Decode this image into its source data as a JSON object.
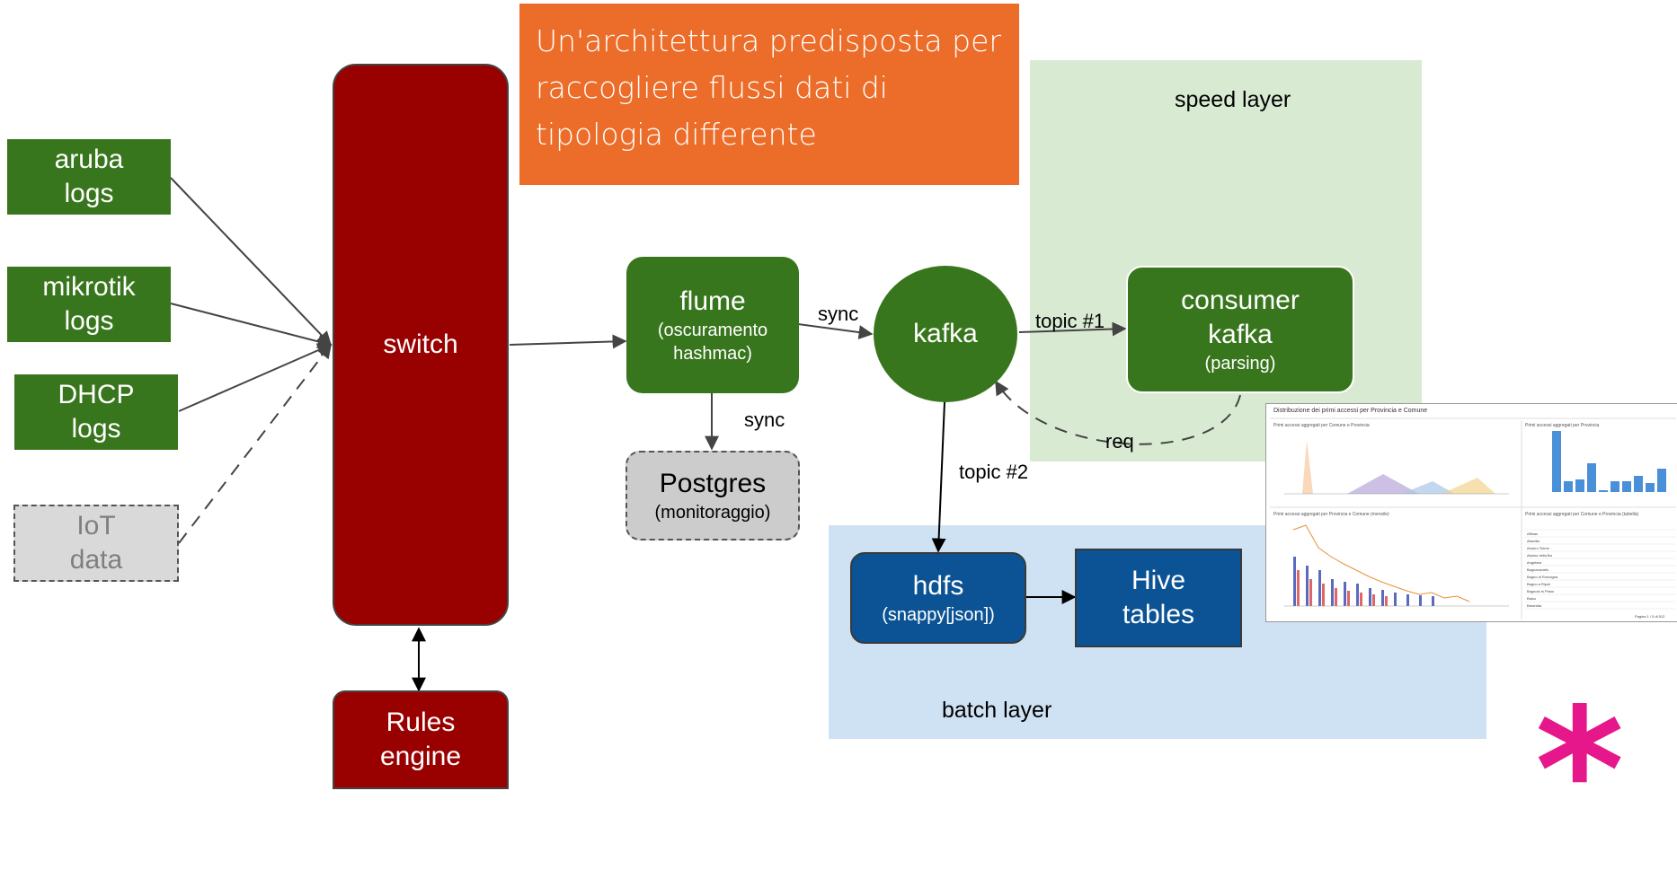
{
  "title": "Un'architettura predisposta per raccogliere flussi dati di tipologia differente",
  "layers": {
    "speed": "speed layer",
    "batch": "batch layer"
  },
  "sources": [
    {
      "line1": "aruba",
      "line2": "logs"
    },
    {
      "line1": "mikrotik",
      "line2": "logs"
    },
    {
      "line1": "DHCP",
      "line2": "logs"
    },
    {
      "line1": "IoT",
      "line2": "data"
    }
  ],
  "switch": "switch",
  "rules_engine": {
    "line1": "Rules",
    "line2": "engine"
  },
  "flume": {
    "title": "flume",
    "sub1": "(oscuramento",
    "sub2": "hashmac)"
  },
  "postgres": {
    "title": "Postgres",
    "sub": "(monitoraggio)"
  },
  "kafka": "kafka",
  "consumer": {
    "line1": "consumer",
    "line2": "kafka",
    "sub": "(parsing)"
  },
  "hdfs": {
    "title": "hdfs",
    "sub": "(snappy[json])"
  },
  "hive": {
    "line1": "Hive",
    "line2": "tables"
  },
  "edges": {
    "flume_kafka": "sync",
    "flume_postgres": "sync",
    "topic1": "topic #1",
    "topic2": "topic #2",
    "req": "req"
  },
  "dashboard": {
    "heading": "Distribuzione dei primi accessi per Provincia e Comune",
    "panel_area": "Primi accessi aggregati per Comune e Provincia",
    "panel_bars": "Primi accessi aggregati per Provincia",
    "panel_monthly": "Primi accessi aggregati per Provincia e Comune (mensile)",
    "panel_table": "Primi accessi aggregati per Comune e Provincia (tabella)",
    "table_rows": [
      "Affinas",
      "Altavilla",
      "Arsiero Terme",
      "Asiano della Ba",
      "Angelara",
      "Bagnacavallo",
      "Bagno di Romagna",
      "Bagno a Ripoli",
      "Bagnolo in Piano",
      "Baiso",
      "Barandia"
    ],
    "pager": "Pagina 1 / 5 di 512"
  },
  "colors": {
    "orange": "#ec6d29",
    "green": "#38761d",
    "dark_red": "#990000",
    "blue": "#0b5394",
    "speed_bg": "#d9ead3",
    "batch_bg": "#cfe2f3",
    "asterisk": "#e6178a"
  }
}
